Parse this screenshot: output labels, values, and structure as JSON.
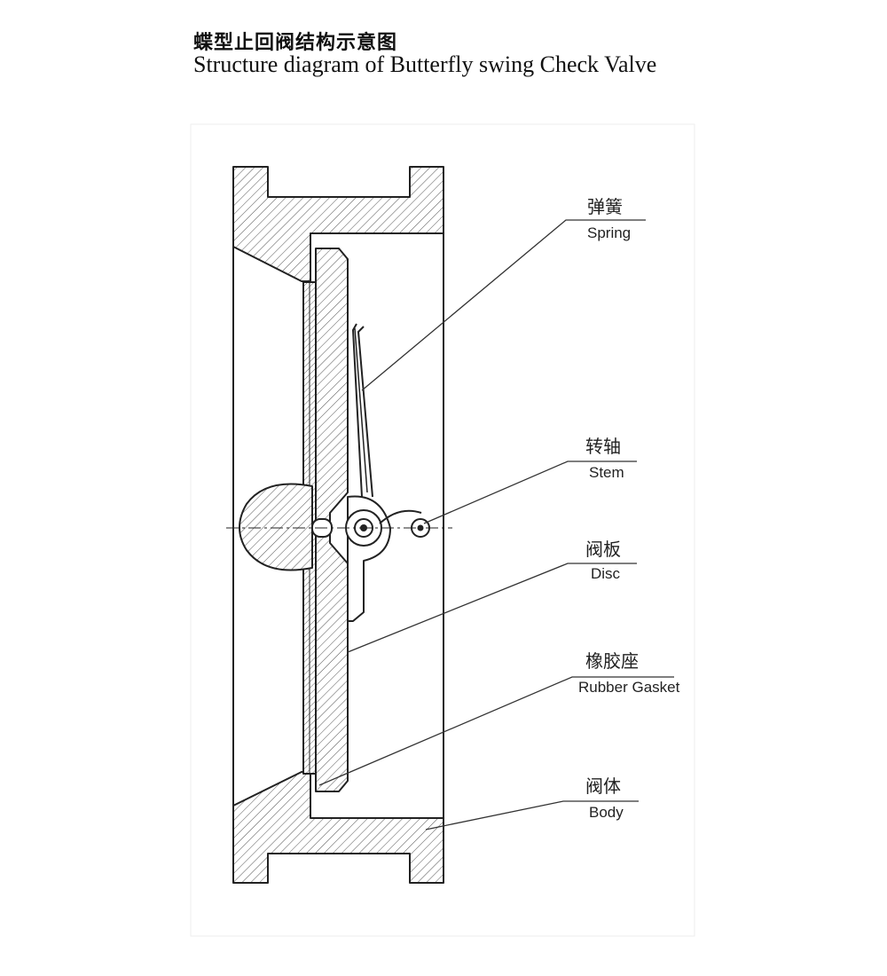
{
  "title": {
    "chinese": "蝶型止回阀结构示意图",
    "english": "Structure diagram of Butterfly swing Check Valve"
  },
  "labels": [
    {
      "key": "spring",
      "chinese": "弹簧",
      "english": "Spring"
    },
    {
      "key": "stem",
      "chinese": "转轴",
      "english": "Stem"
    },
    {
      "key": "disc",
      "chinese": "阀板",
      "english": "Disc"
    },
    {
      "key": "rubber-gasket",
      "chinese": "橡胶座",
      "english": "Rubber Gasket"
    },
    {
      "key": "body",
      "chinese": "阀体",
      "english": "Body"
    }
  ],
  "colors": {
    "line": "#222222",
    "hatch": "#555555",
    "background": "#ffffff"
  }
}
